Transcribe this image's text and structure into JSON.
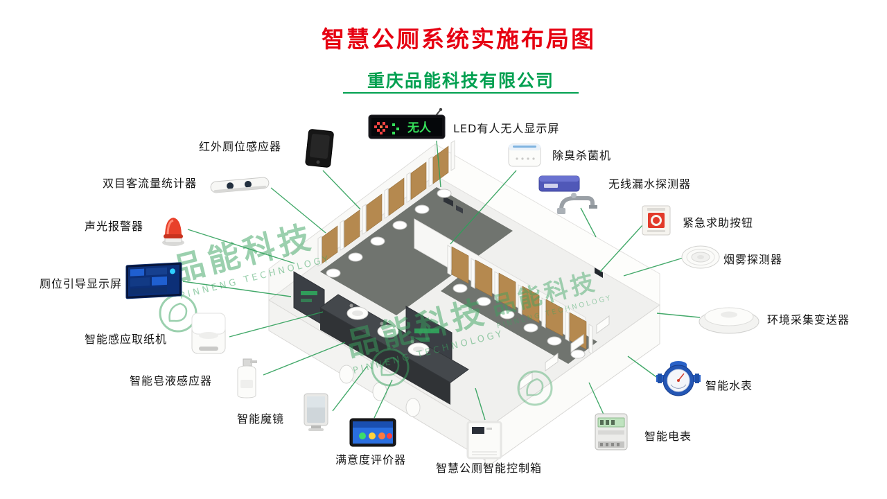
{
  "title": "智慧公厕系统实施布局图",
  "subtitle": "重庆品能科技有限公司",
  "led_text": "无人",
  "watermark": {
    "cn": "品能科技",
    "en": "PINNENG TECHNOLOGY"
  },
  "colors": {
    "title_red": "#e60012",
    "brand_green": "#00a050",
    "connector_green": "#2fa05a",
    "watermark_green": "#3aa35f"
  },
  "devices": [
    {
      "id": "infrared-stall-sensor",
      "label": "红外厕位感应器"
    },
    {
      "id": "binocular-flow-counter",
      "label": "双目客流量统计器"
    },
    {
      "id": "sound-light-alarm",
      "label": "声光报警器"
    },
    {
      "id": "stall-guidance-screen",
      "label": "厕位引导显示屏"
    },
    {
      "id": "smart-paper-dispenser",
      "label": "智能感应取纸机"
    },
    {
      "id": "smart-soap-dispenser",
      "label": "智能皂液感应器"
    },
    {
      "id": "smart-mirror",
      "label": "智能魔镜"
    },
    {
      "id": "satisfaction-evaluator",
      "label": "满意度评价器"
    },
    {
      "id": "smart-control-box",
      "label": "智慧公厕智能控制箱"
    },
    {
      "id": "led-occupancy-display",
      "label": "LED有人无人显示屏"
    },
    {
      "id": "deodorizing-sterilizer",
      "label": "除臭杀菌机"
    },
    {
      "id": "wireless-leak-detector",
      "label": "无线漏水探测器"
    },
    {
      "id": "emergency-help-button",
      "label": "紧急求助按钮"
    },
    {
      "id": "smoke-detector",
      "label": "烟雾探测器"
    },
    {
      "id": "environment-transmitter",
      "label": "环境采集变送器"
    },
    {
      "id": "smart-water-meter",
      "label": "智能水表"
    },
    {
      "id": "smart-electric-meter",
      "label": "智能电表"
    }
  ]
}
